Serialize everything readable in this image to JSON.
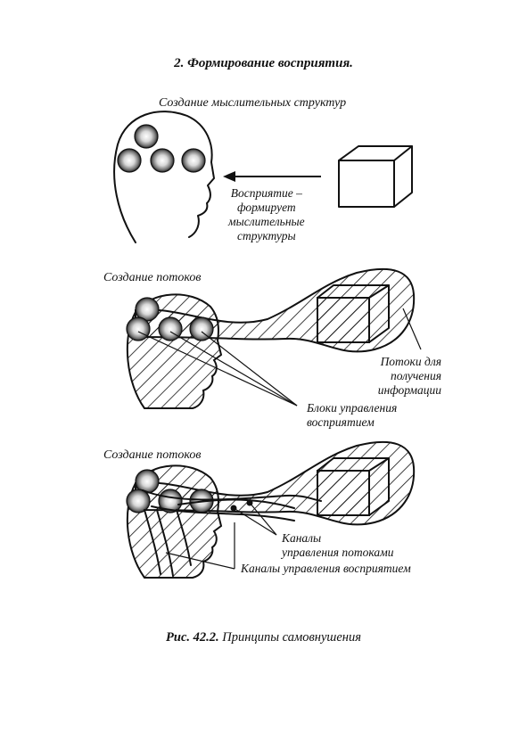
{
  "heading": "2. Формирование восприятия.",
  "panel1": {
    "title": "Создание мыслительных структур",
    "perception_label": [
      "Восприятие –",
      "формирует",
      "мыслительные",
      "структуры"
    ]
  },
  "panel2": {
    "title": "Создание потоков",
    "streams_label": [
      "Потоки для",
      "получения",
      "информации"
    ],
    "blocks_label": [
      "Блоки управления",
      "восприятием"
    ]
  },
  "panel3": {
    "title": "Создание потоков",
    "stream_channels_label": [
      "Каналы",
      "управления потоками"
    ],
    "perception_channels_label": "Каналы управления восприятием"
  },
  "caption": {
    "number": "Рис. 42.2.",
    "text": "Принципы самовнушения"
  }
}
